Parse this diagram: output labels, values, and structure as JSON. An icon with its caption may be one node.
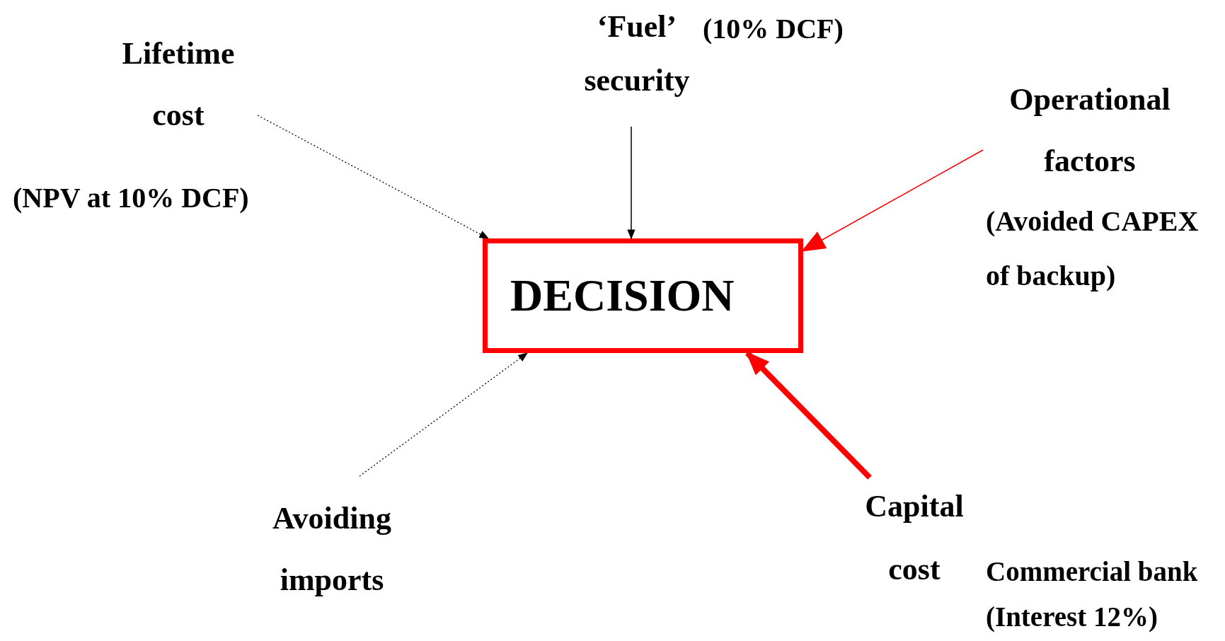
{
  "diagram": {
    "nodes": [
      {
        "text": [
          "DECISION"
        ]
      },
      {
        "text": [
          "Lifetime cost",
          "(NPV at 10% DCF)"
        ]
      },
      {
        "text": [
          "‘Fuel’ security"
        ],
        "beside": [
          "(10% DCF)"
        ]
      },
      {
        "text": [
          "Operational factors",
          "(Avoided CAPEX of backup)"
        ]
      },
      {
        "text": [
          "Avoiding imports"
        ]
      },
      {
        "text": [
          "Capital cost",
          "Commercial bank (Interest 12%)"
        ]
      }
    ],
    "edges": [
      {
        "from": 1,
        "to": 0,
        "arrow": "to",
        "style": "dashed"
      },
      {
        "from": 2,
        "to": 0,
        "arrow": "to"
      },
      {
        "from": 3,
        "to": 0,
        "arrow": "to",
        "color": "#ff0000"
      },
      {
        "from": 4,
        "to": 0,
        "arrow": "to",
        "style": "dashed"
      },
      {
        "from": 5,
        "to": 0,
        "arrow": "to",
        "style": "thick",
        "color": "#ff0000"
      }
    ]
  }
}
